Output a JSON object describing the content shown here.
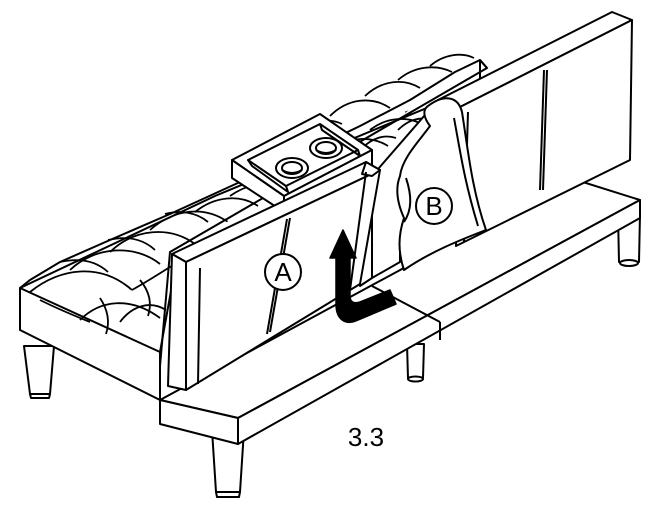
{
  "figure": {
    "step_label": "3.3",
    "callouts": {
      "a": "A",
      "b": "B"
    },
    "arrow_icon": "curved-arrow-up-icon",
    "colors": {
      "line": "#000000",
      "fill": "#ffffff",
      "arrow": "#000000"
    }
  }
}
